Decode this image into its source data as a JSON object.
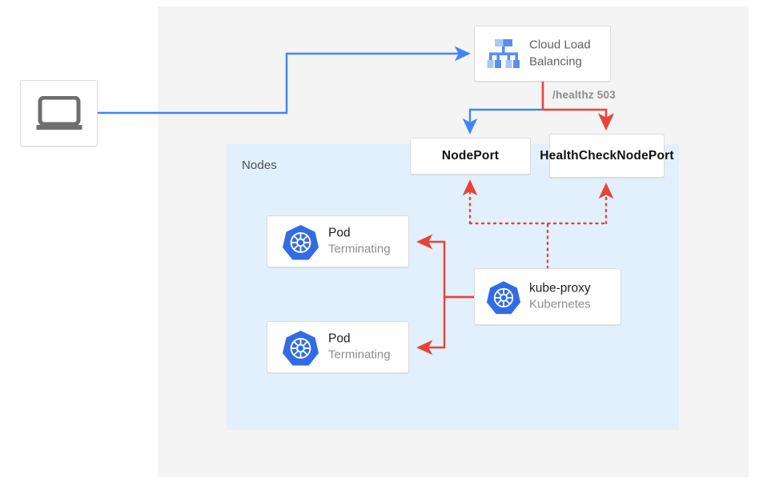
{
  "diagram": {
    "title": "Kubernetes NodePort health check during pod termination",
    "colors": {
      "panel_bg": "#f4f4f4",
      "nodes_bg": "#e1f0fc",
      "blue_wire": "#4285f4",
      "red_wire": "#ea4335",
      "k8s_blue": "#326ce5",
      "muted_text": "#8a8d91"
    }
  },
  "panel": {
    "nodes_label": "Nodes"
  },
  "client": {
    "icon": "laptop-icon"
  },
  "load_balancer": {
    "icon": "cloud-load-balancing-icon",
    "line1": "Cloud Load",
    "line2": "Balancing"
  },
  "healthz": {
    "label": "/healthz 503"
  },
  "nodeport": {
    "label": "NodePort"
  },
  "healthcheck_nodeport": {
    "line1": "HealthCheck",
    "line2": "NodePort"
  },
  "pods": [
    {
      "icon": "kubernetes-icon",
      "title": "Pod",
      "status": "Terminating"
    },
    {
      "icon": "kubernetes-icon",
      "title": "Pod",
      "status": "Terminating"
    }
  ],
  "kube_proxy": {
    "icon": "kubernetes-icon",
    "title": "kube-proxy",
    "subtitle": "Kubernetes"
  }
}
